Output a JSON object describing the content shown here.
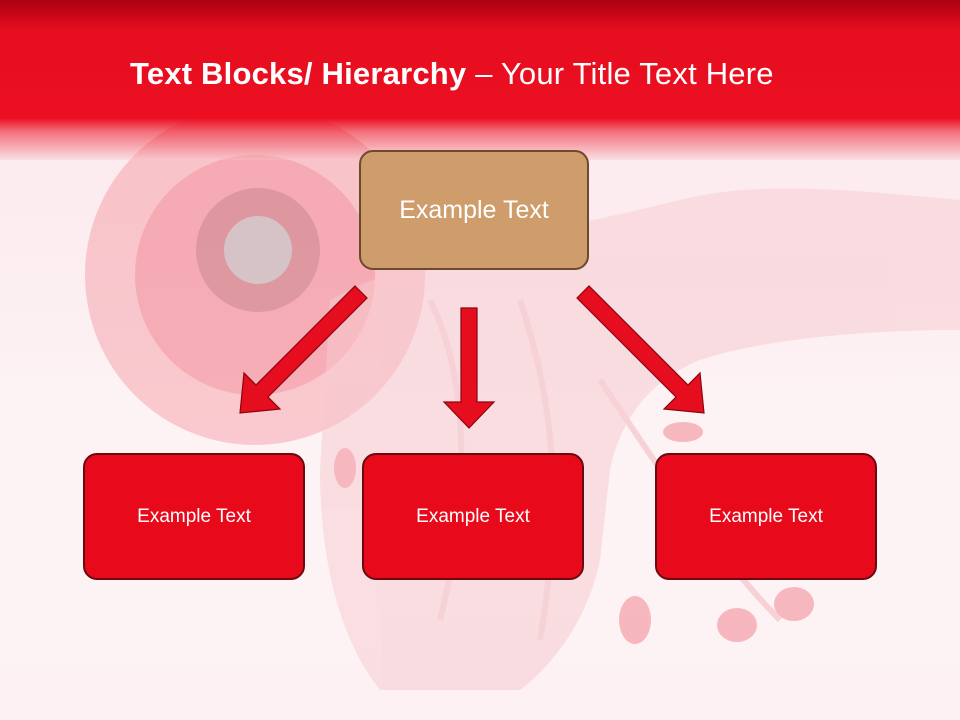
{
  "slide": {
    "title_bold": "Text Blocks/ Hierarchy",
    "title_rest": " – Your Title Text Here"
  },
  "diagram": {
    "top": {
      "label": "Example Text"
    },
    "children": [
      {
        "label": "Example Text"
      },
      {
        "label": "Example Text"
      },
      {
        "label": "Example Text"
      }
    ]
  },
  "colors": {
    "header": "#e50e1f",
    "top_box": "#cf9c6c",
    "child_box": "#e8091b",
    "arrow": "#e60d1f"
  }
}
